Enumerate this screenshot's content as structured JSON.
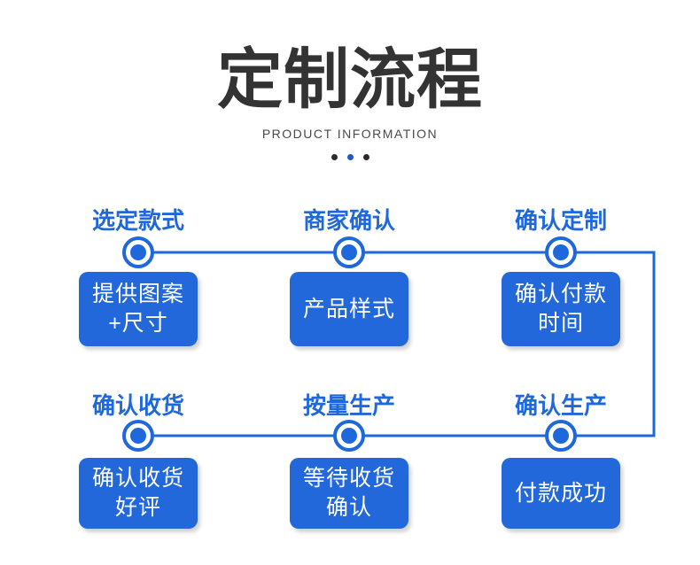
{
  "colors": {
    "accent_blue": "#1E68DC",
    "box_blue": "#2268DB",
    "title_dark": "#333333",
    "subtitle_gray": "#4A4A4A",
    "dot_dark": "#2B2B2B",
    "dot_blue": "#2356C5"
  },
  "header": {
    "title": "定制流程",
    "subtitle": "PRODUCT INFORMATION"
  },
  "flow": {
    "steps": [
      {
        "label": "选定款式",
        "box": "提供图案\n+尺寸"
      },
      {
        "label": "商家确认",
        "box": "产品样式"
      },
      {
        "label": "确认定制",
        "box": "确认付款\n时间"
      },
      {
        "label": "确认收货",
        "box": "确认收货\n好评"
      },
      {
        "label": "按量生产",
        "box": "等待收货\n确认"
      },
      {
        "label": "确认生产",
        "box": "付款成功"
      }
    ]
  }
}
